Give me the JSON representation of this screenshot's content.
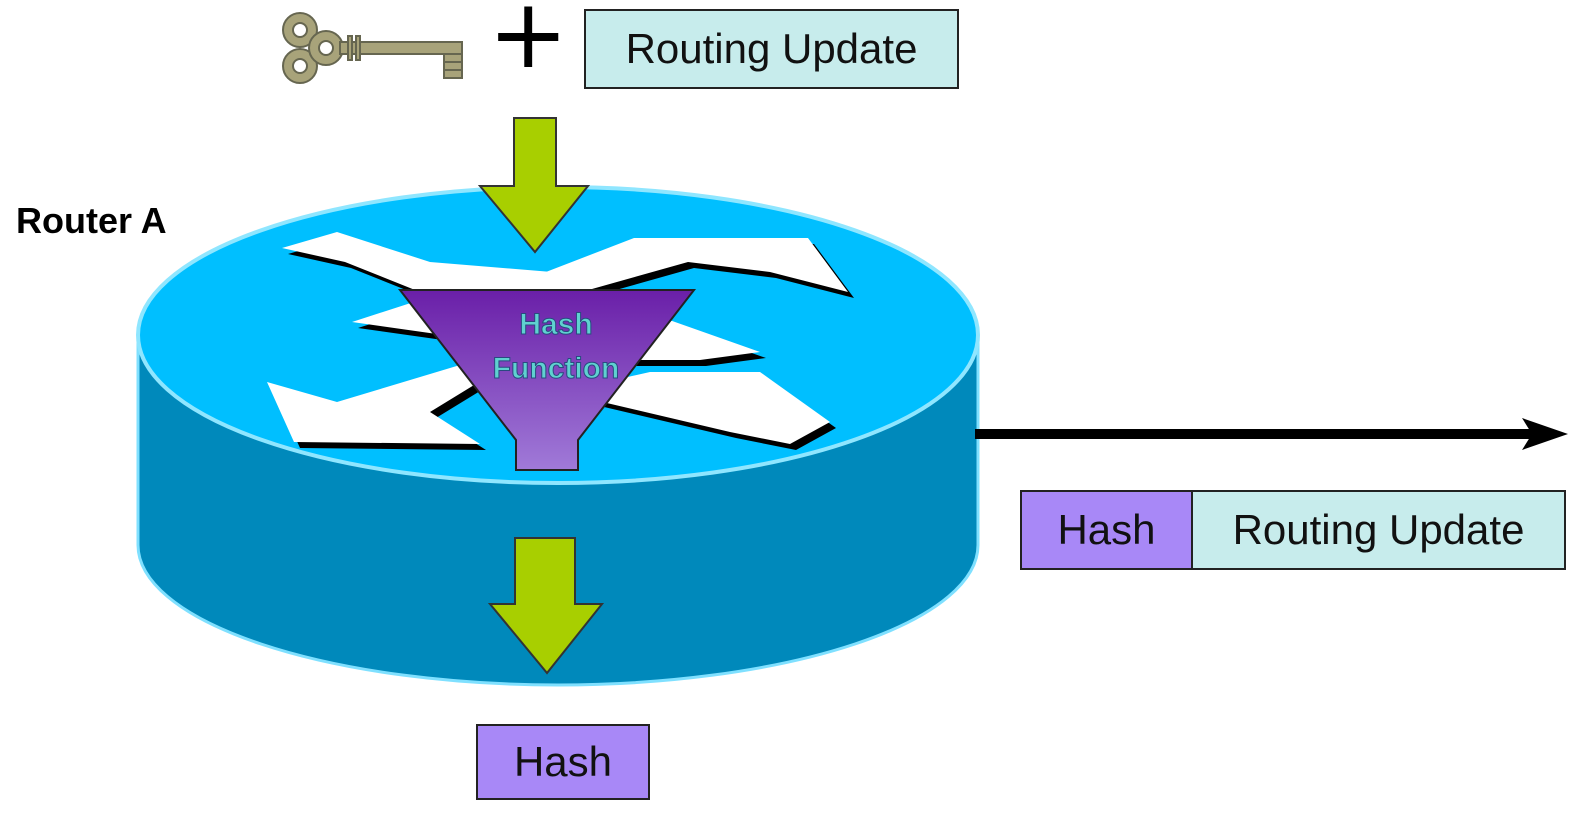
{
  "router_label": "Router A",
  "plus_symbol": "+",
  "input_update_label": "Routing Update",
  "hash_function_label": [
    "Hash",
    "Function"
  ],
  "output_hash_label": "Hash",
  "packet": {
    "hash_label": "Hash",
    "update_label": "Routing Update"
  },
  "colors": {
    "router_top": "#00bfff",
    "router_side": "#0089bb",
    "arrow_green": "#a8cf00",
    "funnel_purple": "#7a2fb0",
    "hash_purple": "#a888f7",
    "update_teal": "#c7ecec",
    "key_gold": "#a8a37a"
  },
  "icons": [
    "key-icon",
    "router-icon",
    "arrow-down-icon",
    "hash-funnel-icon",
    "arrow-right-icon"
  ]
}
